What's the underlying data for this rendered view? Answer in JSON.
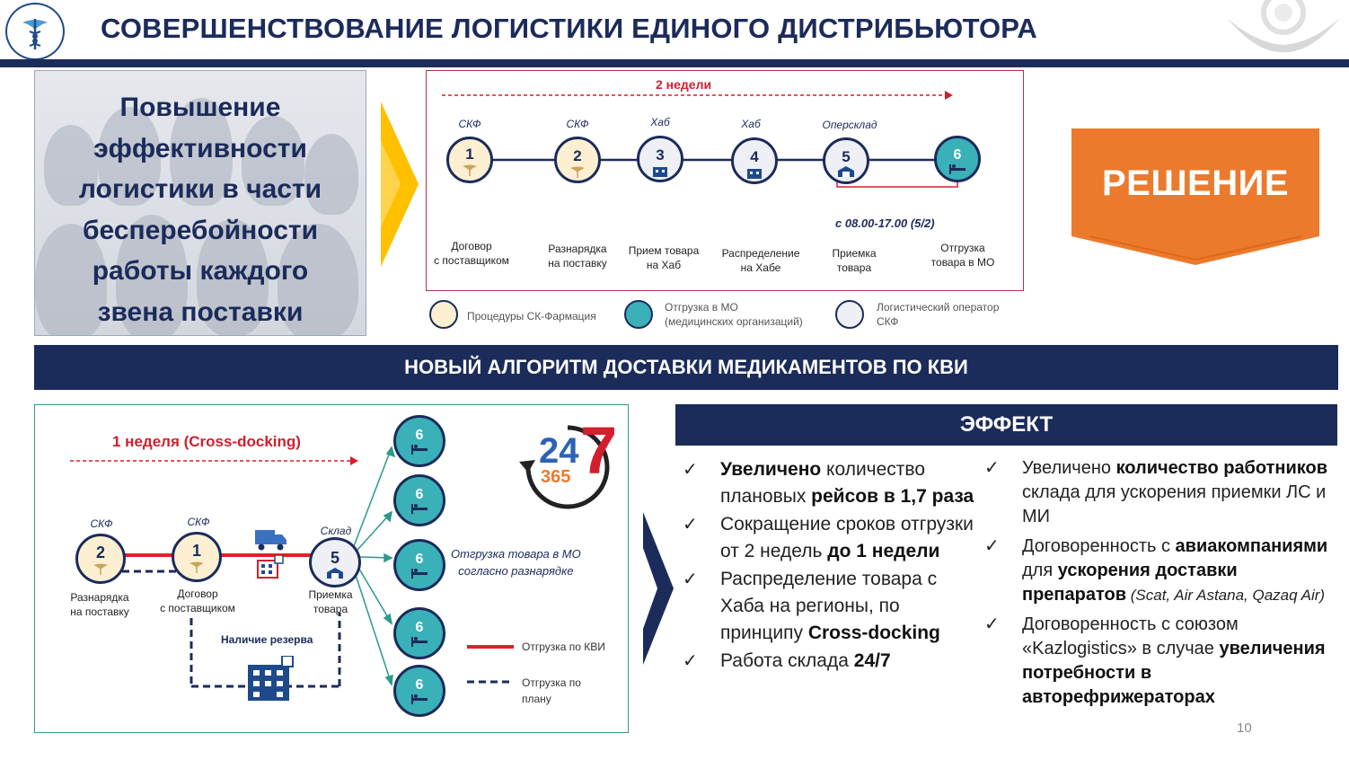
{
  "header": {
    "title": "СОВЕРШЕНСТВОВАНИЕ ЛОГИСТИКИ ЕДИНОГО ДИСТРИБЬЮТОРА"
  },
  "goal": {
    "lines": [
      "Повышение",
      "эффективности",
      "логистики в части",
      "бесперебойности",
      "работы каждого",
      "звена поставки"
    ]
  },
  "process": {
    "duration": "2 недели",
    "schedule": "с 08.00-17.00 (5/2)",
    "nodes": [
      {
        "num": "1",
        "caption": "СКФ",
        "label_1": "Договор",
        "label_2": "с поставщиком"
      },
      {
        "num": "2",
        "caption": "СКФ",
        "label_1": "Разнарядка",
        "label_2": "на поставку"
      },
      {
        "num": "3",
        "caption": "Хаб",
        "label_1": "Прием товара",
        "label_2": "на Хаб"
      },
      {
        "num": "4",
        "caption": "Хаб",
        "label_1": "Распределение",
        "label_2": "на Хабе"
      },
      {
        "num": "5",
        "caption": "Оперсклад",
        "label_1": "Приемка",
        "label_2": "товара"
      },
      {
        "num": "6",
        "caption": "",
        "label_1": "Отгрузка",
        "label_2": "товара в МО"
      }
    ],
    "legend": [
      {
        "text_1": "Процедуры СК-Фармация",
        "text_2": ""
      },
      {
        "text_1": "Отгрузка в МО",
        "text_2": "(медицинских организаций)"
      },
      {
        "text_1": "Логистический оператор",
        "text_2": "СКФ"
      }
    ]
  },
  "solution_label": "РЕШЕНИЕ",
  "band_title": "НОВЫЙ АЛГОРИТМ ДОСТАВКИ МЕДИКАМЕНТОВ ПО КВИ",
  "new_algorithm": {
    "duration": "1 неделя (Cross-docking)",
    "badge_big": "24",
    "badge_small": "365",
    "badge_seven": "7",
    "nodes": [
      {
        "num": "2",
        "caption": "СКФ",
        "label_1": "Разнарядка",
        "label_2": "на поставку"
      },
      {
        "num": "1",
        "caption": "СКФ",
        "label_1": "Договор",
        "label_2": "с поставщиком"
      },
      {
        "num": "5",
        "caption": "Склад",
        "label_1": "Приемка",
        "label_2": "товара"
      }
    ],
    "dest_num": "6",
    "shipment_note_1": "Отгрузка товара в МО",
    "shipment_note_2": "согласно разнарядке",
    "reserve": "Наличие резерва",
    "legend_red": "Отгрузка по КВИ",
    "legend_blue_1": "Отгрузка по",
    "legend_blue_2": "плану"
  },
  "effect": {
    "title": "ЭФФЕКТ",
    "left": [
      {
        "b1": "Увеличено",
        "t1": " количество плановых ",
        "b2": "рейсов в 1,7 раза",
        "t2": ""
      },
      {
        "b1": "",
        "t1": "Сокращение сроков отгрузки от 2 недель ",
        "b2": "до 1 недели",
        "t2": ""
      },
      {
        "b1": "",
        "t1": "Распределение товара с Хаба на регионы, по принципу ",
        "b2": "Cross-docking",
        "t2": ""
      },
      {
        "b1": "",
        "t1": "Работа склада ",
        "b2": "24/7",
        "t2": ""
      }
    ],
    "right": [
      {
        "t0": "Увеличено ",
        "b1": "количество работников",
        "t1": " склада для ускорения приемки ЛС и МИ",
        "b2": "",
        "i": ""
      },
      {
        "t0": "Договоренность с ",
        "b1": "авиакомпаниями",
        "t1": " для ",
        "b2": "ускорения доставки препаратов",
        "i": " (Scat, Air Astana, Qazaq Air)"
      },
      {
        "t0": "Договоренность с союзом «Kazlogistics» в случае ",
        "b1": "увеличения потребности в авторефрижераторах",
        "t1": "",
        "b2": "",
        "i": ""
      }
    ]
  },
  "page_number": "10",
  "colors": {
    "navy": "#1b2b5a",
    "orange": "#ec7a2c",
    "yellow": "#ffc000",
    "teal": "#3ab0b8",
    "beige": "#fdf0d2",
    "red": "#d11f2e"
  }
}
